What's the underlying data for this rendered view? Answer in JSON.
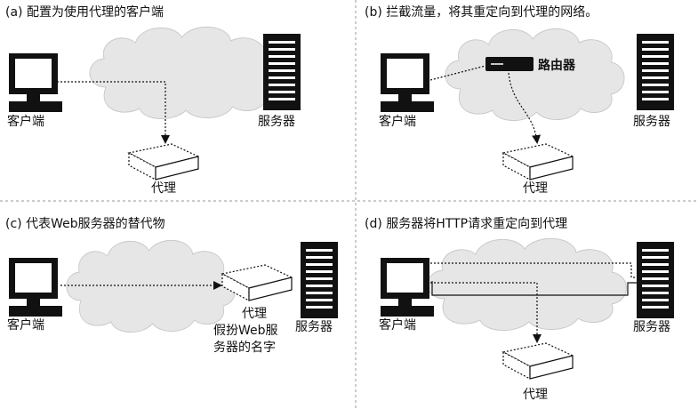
{
  "panels": {
    "a": {
      "caption": "(a) 配置为使用代理的客户端",
      "client_label": "客户端",
      "server_label": "服务器",
      "proxy_label": "代理"
    },
    "b": {
      "caption": "(b) 拦截流量，将其重定向到代理的网络。",
      "client_label": "客户端",
      "server_label": "服务器",
      "proxy_label": "代理",
      "router_label": "路由器"
    },
    "c": {
      "caption": "(c) 代表Web服务器的替代物",
      "client_label": "客户端",
      "server_label": "服务器",
      "proxy_label": "代理",
      "proxy_note_line1": "假扮Web服",
      "proxy_note_line2": "务器的名字"
    },
    "d": {
      "caption": "(d) 服务器将HTTP请求重定向到代理",
      "client_label": "客户端",
      "server_label": "服务器",
      "proxy_label": "代理"
    }
  },
  "colors": {
    "cloud_fill": "#e6e6e6",
    "ink": "#111111",
    "divider": "#9a9a9a"
  },
  "icons": [
    "computer-icon",
    "server-tower-icon",
    "proxy-box-icon",
    "router-icon",
    "cloud-icon"
  ]
}
